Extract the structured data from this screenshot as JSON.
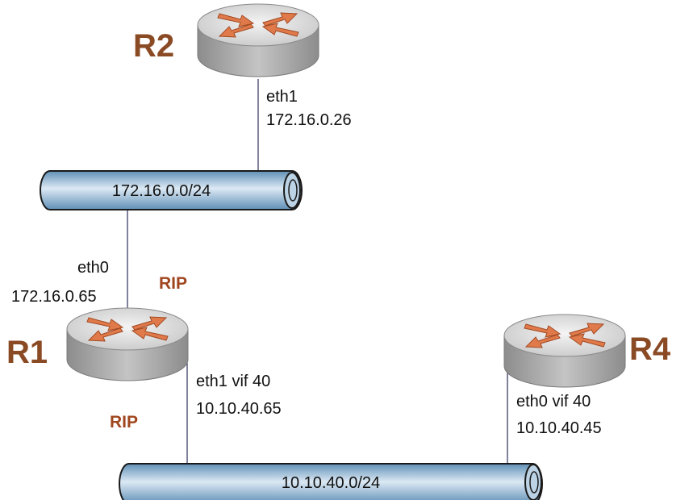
{
  "colors": {
    "router_label": "#8a4a24",
    "protocol_label": "#a0461e",
    "link_line": "#2b2f5a",
    "router_top": "#e6e6e6",
    "router_side": "#a8a8a8",
    "arrow": "#e07a4a",
    "pipe_light": "#d6e6f2",
    "pipe_dark": "#6f9dc1"
  },
  "icons": {
    "router": "router-icon",
    "network": "network-pipe-icon"
  },
  "routers": {
    "r2": {
      "label": "R2",
      "iface_name": "eth1",
      "iface_ip": "172.16.0.26"
    },
    "r1": {
      "label": "R1",
      "top_iface_name": "eth0",
      "top_iface_ip": "172.16.0.65",
      "bottom_iface_name": "eth1 vif 40",
      "bottom_iface_ip": "10.10.40.65"
    },
    "r4": {
      "label": "R4",
      "iface_name": "eth0 vif 40",
      "iface_ip": "10.10.40.45"
    }
  },
  "networks": {
    "upper": "172.16.0.0/24",
    "lower": "10.10.40.0/24"
  },
  "protocols": {
    "upper": "RIP",
    "lower": "RIP"
  }
}
